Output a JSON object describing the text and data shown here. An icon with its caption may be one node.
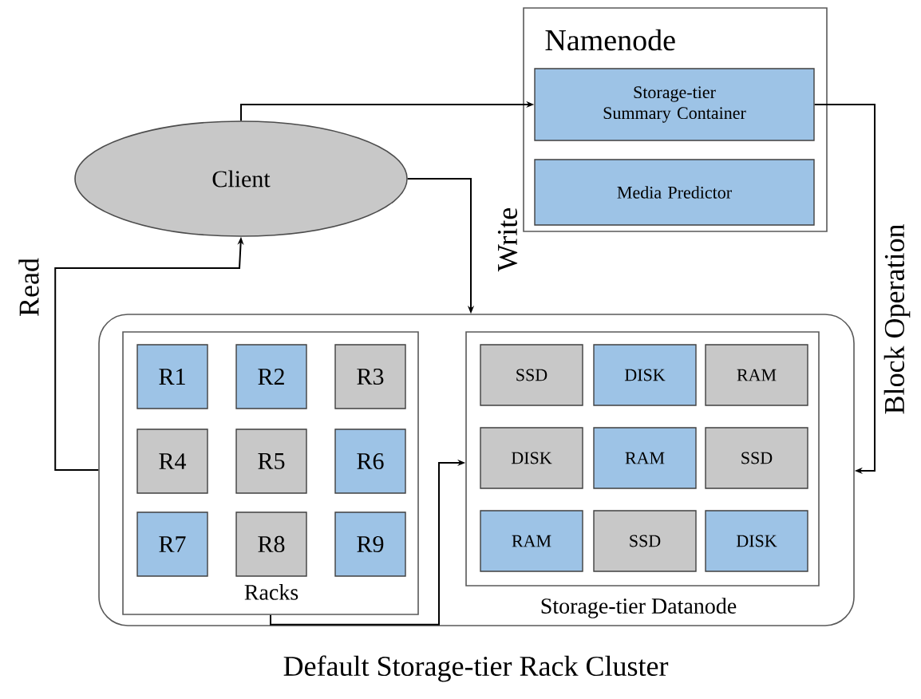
{
  "diagram": {
    "nodes": [
      {
        "text": [
          "Client"
        ]
      },
      {
        "text": [
          "Namenode"
        ]
      },
      {
        "text": [
          "Storage-tier Summary Container"
        ],
        "in": 1
      },
      {
        "text": [
          "Media Predictor"
        ],
        "in": 1
      },
      {
        "text": [
          "Default Storage-tier Rack Cluster"
        ]
      },
      {
        "text": [
          "Racks"
        ],
        "in": 4
      },
      {
        "text": [
          "R1"
        ],
        "in": 5
      },
      {
        "text": [
          "R2"
        ],
        "in": 5
      },
      {
        "text": [
          "R3"
        ],
        "in": 5
      },
      {
        "text": [
          "R4"
        ],
        "in": 5
      },
      {
        "text": [
          "R5"
        ],
        "in": 5
      },
      {
        "text": [
          "R6"
        ],
        "in": 5
      },
      {
        "text": [
          "R7"
        ],
        "in": 5
      },
      {
        "text": [
          "R8"
        ],
        "in": 5
      },
      {
        "text": [
          "R9"
        ],
        "in": 5
      },
      {
        "text": [
          "Storage-tier Datanode"
        ],
        "in": 4
      },
      {
        "text": [
          "SSD"
        ],
        "in": 15
      },
      {
        "text": [
          "DISK"
        ],
        "in": 15
      },
      {
        "text": [
          "RAM"
        ],
        "in": 15
      },
      {
        "text": [
          "DISK"
        ],
        "in": 15
      },
      {
        "text": [
          "RAM"
        ],
        "in": 15
      },
      {
        "text": [
          "SSD"
        ],
        "in": 15
      },
      {
        "text": [
          "RAM"
        ],
        "in": 15
      },
      {
        "text": [
          "SSD"
        ],
        "in": 15
      },
      {
        "text": [
          "DISK"
        ],
        "in": 15
      }
    ],
    "edges": [
      {
        "from": 0,
        "to": 2,
        "arrow": "to"
      },
      {
        "from": 0,
        "to": 4,
        "arrow": "to",
        "label": "Write"
      },
      {
        "from": 4,
        "to": 0,
        "arrow": "to",
        "label": "Read"
      },
      {
        "from": 2,
        "to": 4,
        "arrow": "to",
        "label": "Block Operation"
      },
      {
        "from": 5,
        "to": 15,
        "arrow": "to"
      }
    ]
  }
}
